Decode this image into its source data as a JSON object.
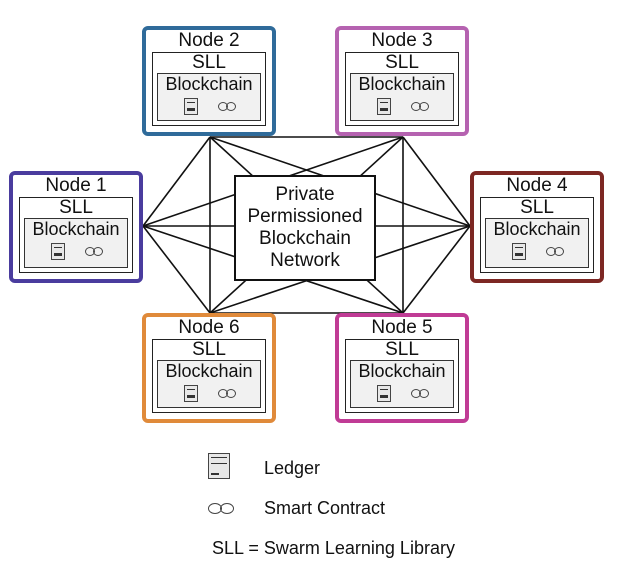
{
  "center": {
    "lines": [
      "Private",
      "Permissioned",
      "Blockchain",
      "Network"
    ]
  },
  "nodes": [
    {
      "title": "Node 2",
      "sll": "SLL",
      "blockchain": "Blockchain",
      "color": "#2f6b9a"
    },
    {
      "title": "Node 3",
      "sll": "SLL",
      "blockchain": "Blockchain",
      "color": "#b562b0"
    },
    {
      "title": "Node 1",
      "sll": "SLL",
      "blockchain": "Blockchain",
      "color": "#4a3c9e"
    },
    {
      "title": "Node 4",
      "sll": "SLL",
      "blockchain": "Blockchain",
      "color": "#7d2723"
    },
    {
      "title": "Node 6",
      "sll": "SLL",
      "blockchain": "Blockchain",
      "color": "#e08a3a"
    },
    {
      "title": "Node 5",
      "sll": "SLL",
      "blockchain": "Blockchain",
      "color": "#c03b95"
    }
  ],
  "legend": {
    "ledger_label": "Ledger",
    "contract_label": "Smart Contract",
    "sll_definition": "SLL = Swarm Learning Library"
  },
  "icons": {
    "ledger": "ledger-icon",
    "contract": "smart-contract-icon"
  }
}
